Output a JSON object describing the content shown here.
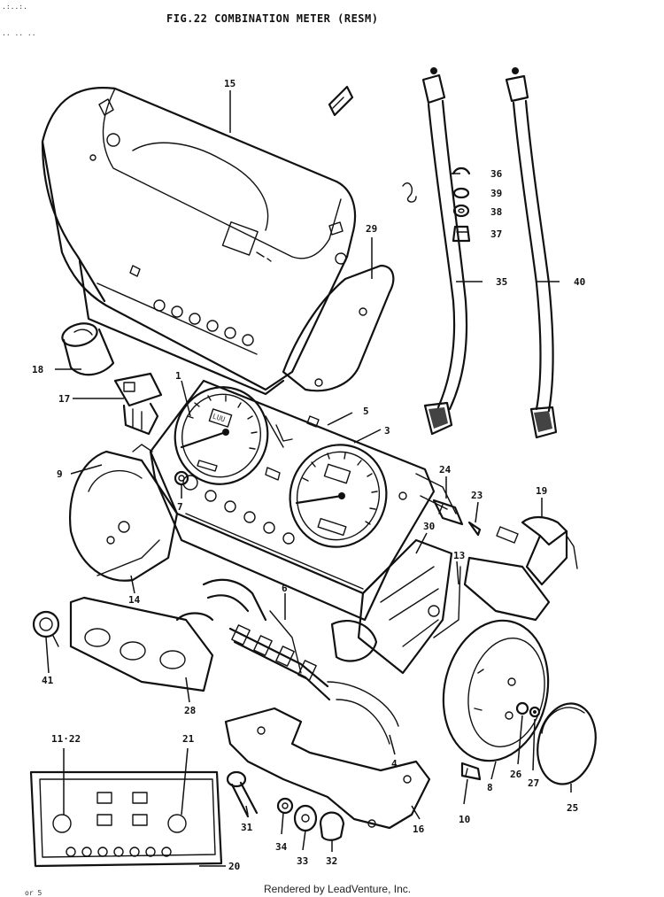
{
  "diagram": {
    "title": "FIG.22  COMBINATION METER (RESM)",
    "footer": "Rendered by LeadVenture, Inc.",
    "corner_mark": "or 5",
    "callouts": {
      "c15": "15",
      "c29": "29",
      "c36": "36",
      "c39": "39",
      "c38": "38",
      "c37": "37",
      "c35": "35",
      "c40": "40",
      "c18": "18",
      "c17": "17",
      "c1": "1",
      "c5": "5",
      "c3": "3",
      "c9": "9",
      "c7": "7",
      "c24": "24",
      "c23": "23",
      "c19": "19",
      "c30": "30",
      "c13": "13",
      "c14": "14",
      "c6": "6",
      "c41": "41",
      "c28": "28",
      "c4": "4",
      "c8": "8",
      "c26": "26",
      "c27": "27",
      "c25": "25",
      "c10": "10",
      "c16": "16",
      "c11_22": "11·22",
      "c21": "21",
      "c20": "20",
      "c31": "31",
      "c34": "34",
      "c33": "33",
      "c32": "32"
    }
  }
}
